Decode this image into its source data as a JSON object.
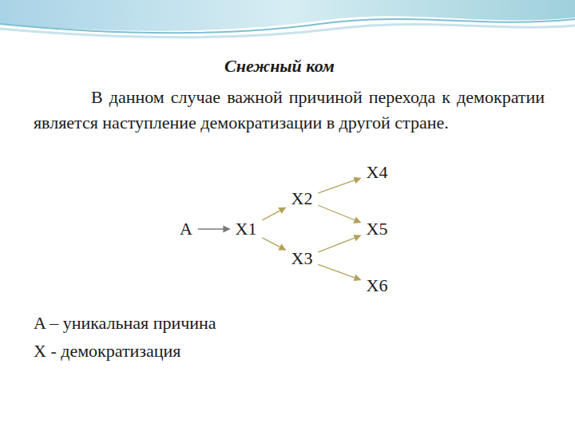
{
  "diagram": {
    "title": "Снежный ком",
    "nodes": [
      {
        "text": [
          "A"
        ]
      },
      {
        "text": [
          "X1"
        ]
      },
      {
        "text": [
          "X2"
        ]
      },
      {
        "text": [
          "X3"
        ]
      },
      {
        "text": [
          "X4"
        ]
      },
      {
        "text": [
          "X5"
        ]
      },
      {
        "text": [
          "X6"
        ]
      }
    ],
    "edges": [
      {
        "from": 0,
        "to": 1,
        "arrow": "to"
      },
      {
        "from": 1,
        "to": 2,
        "arrow": "to"
      },
      {
        "from": 1,
        "to": 3,
        "arrow": "to"
      },
      {
        "from": 2,
        "to": 4,
        "arrow": "to"
      },
      {
        "from": 2,
        "to": 5,
        "arrow": "to"
      },
      {
        "from": 3,
        "to": 5,
        "arrow": "to"
      },
      {
        "from": 3,
        "to": 6,
        "arrow": "to"
      }
    ],
    "labels": [
      "В данном случае важной причиной перехода к демократии является наступление демократизации в другой стране.",
      "A – уникальная причина",
      "X - демократизация"
    ]
  }
}
